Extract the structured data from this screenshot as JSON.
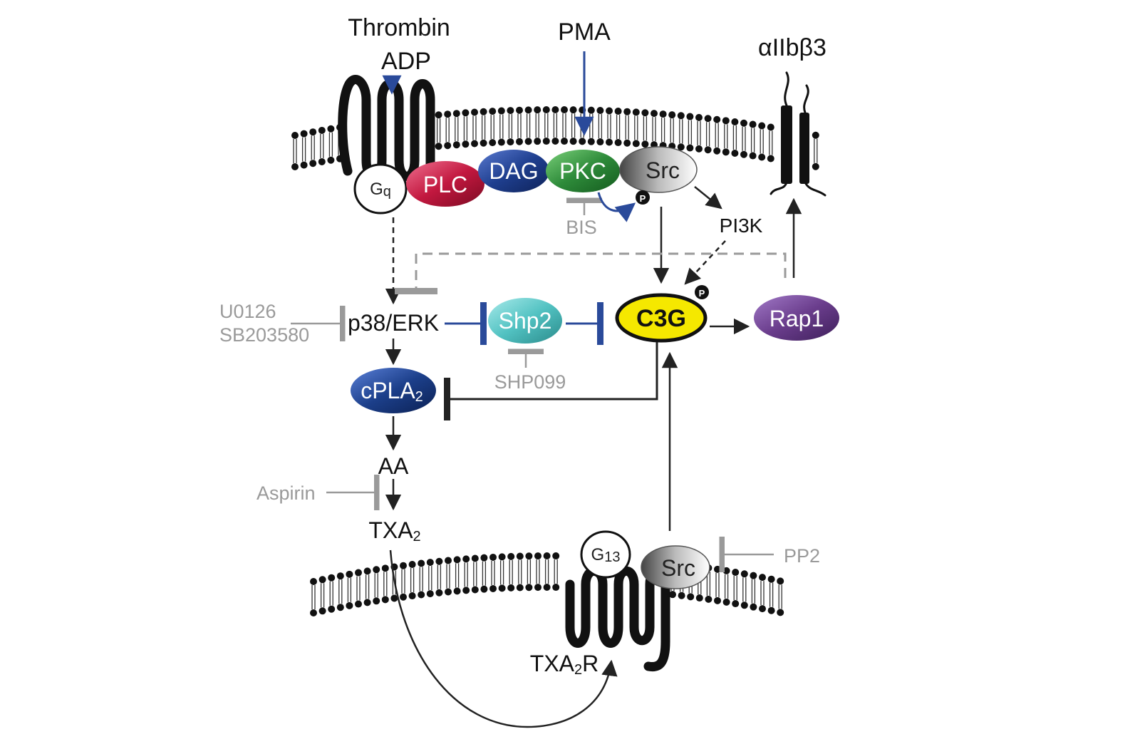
{
  "stimuli": {
    "thrombin": "Thrombin",
    "adp": "ADP",
    "pma": "PMA",
    "integrin": "αIIbβ3"
  },
  "nodes": {
    "gq_main": "G",
    "gq_sub": "q",
    "plc": "PLC",
    "dag": "DAG",
    "pkc": "PKC",
    "src_top": "Src",
    "phospho_top": "P",
    "pi3k": "PI3K",
    "p38erk": "p38/ERK",
    "shp2": "Shp2",
    "c3g": "C3G",
    "phospho_c3g": "P",
    "rap1": "Rap1",
    "cpla2_main": "cPLA",
    "cpla2_sub": "2",
    "aa": "AA",
    "txa2_main": "TXA",
    "txa2_sub": "2",
    "g13_main": "G",
    "g13_sub": "13",
    "src_bottom": "Src",
    "txa2r_main": "TXA",
    "txa2r_sub": "2",
    "txa2r_tail": "R"
  },
  "inhibitors": {
    "bis": "BIS",
    "u0126": "U0126",
    "sb203580": "SB203580",
    "shp099": "SHP099",
    "aspirin": "Aspirin",
    "pp2": "PP2"
  },
  "colors": {
    "plc": "#c2183f",
    "dag": "#1f3f8f",
    "pkc": "#2e8b3a",
    "src": "#9a9a9a",
    "shp2": "#52c2c2",
    "c3g": "#f5e800",
    "rap1": "#6a3d8c",
    "cpla2": "#1c3f8a",
    "inhibitor_text": "#9a9a9a",
    "blue_arrow": "#2a4a9a"
  }
}
